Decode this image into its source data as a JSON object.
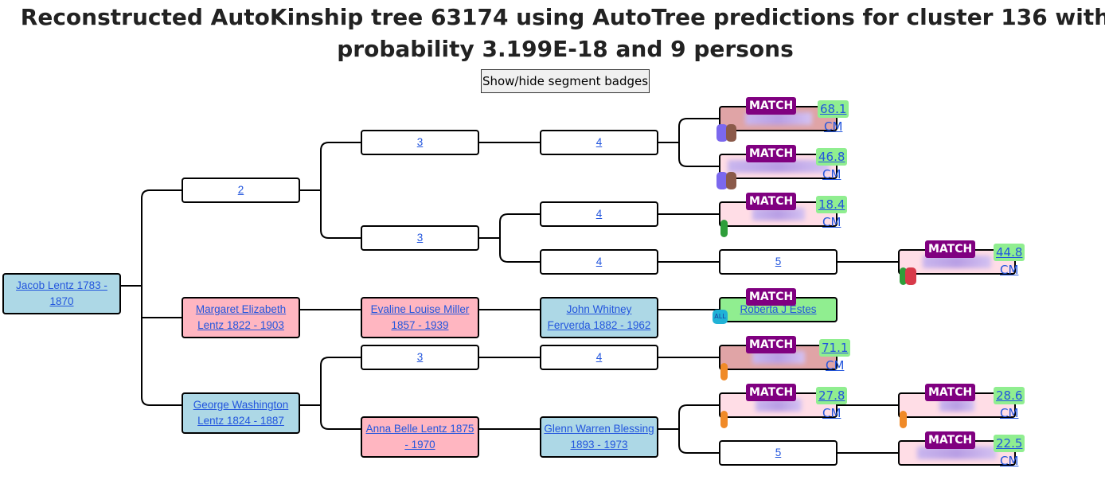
{
  "title": "Reconstructed AutoKinship tree 63174 using AutoTree predictions for cluster 136 with probability 3.199E-18 and 9 persons",
  "toggle_button": "Show/hide segment badges",
  "match_label": "MATCH",
  "nodes": {
    "root": "Jacob Lentz 1783 - 1870",
    "gen1_a": "2",
    "gen1_b": "Margaret Elizabeth Lentz 1822 - 1903",
    "gen1_c": "George Washington Lentz 1824 - 1887",
    "gen2_a": "3",
    "gen2_b": "3",
    "gen2_c": "Evaline Louise Miller 1857 - 1939",
    "gen2_d": "3",
    "gen2_e": "Anna Belle Lentz 1875 - 1970",
    "gen3_a": "4",
    "gen3_b": "4",
    "gen3_c": "4",
    "gen3_d": "John Whitney Ferverda 1882 - 1962",
    "gen3_e": "4",
    "gen3_f": "Glenn Warren Blessing 1893 - 1973",
    "gen4_f": "5",
    "gen4_j": "5",
    "gen4_e": "Roberta J Estes"
  },
  "cm": {
    "m1": "68.1 CM",
    "m2": "46.8 CM",
    "m3": "18.4 CM",
    "m4": "44.8 CM",
    "m5": "71.1 CM",
    "m6": "27.8 CM",
    "m7": "28.6 CM",
    "m8": "22.5 CM"
  },
  "segment_badge_all": "ALL",
  "colors": {
    "male": "#add8e6",
    "female": "#ffb6c1",
    "match_highlight": "#ffdde6",
    "match_badge": "#800080",
    "cm_badge": "#90ee90",
    "self_match": "#90ee90"
  }
}
